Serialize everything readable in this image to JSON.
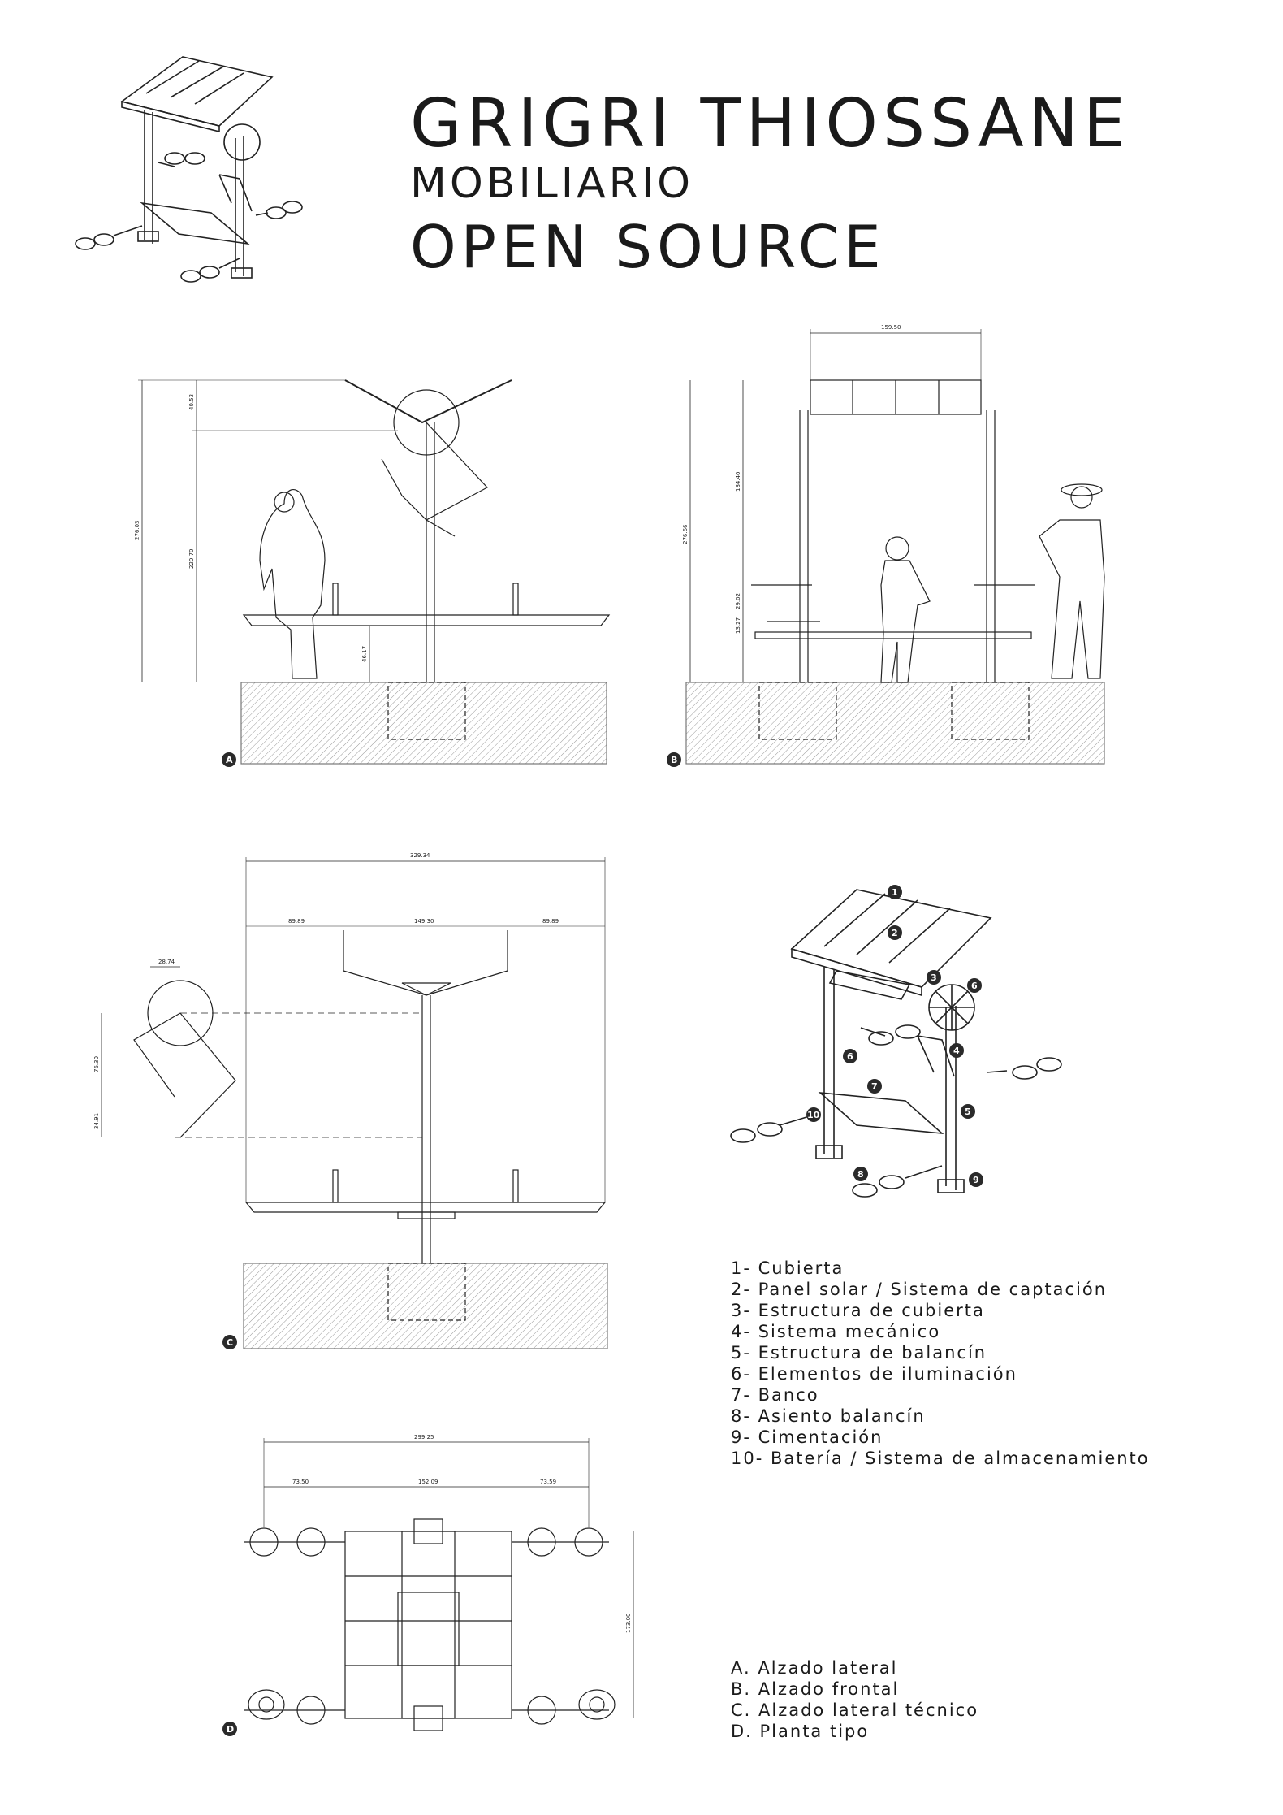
{
  "title": {
    "line1": "GRIGRI THIOSSANE",
    "line2": "MOBILIARIO",
    "line3": "OPEN SOURCE"
  },
  "parts_legend": [
    "1- Cubierta",
    "2- Panel solar / Sistema de captación",
    "3- Estructura de cubierta",
    "4- Sistema mecánico",
    "5- Estructura de balancín",
    "6- Elementos de iluminación",
    "7- Banco",
    "8- Asiento balancín",
    "9- Cimentación",
    "10- Batería / Sistema de almacenamiento"
  ],
  "views_legend": [
    "A. Alzado lateral",
    "B. Alzado frontal",
    "C. Alzado lateral técnico",
    "D. Planta tipo"
  ],
  "view_markers": {
    "a": "A",
    "b": "B",
    "c": "C",
    "d": "D"
  },
  "dimensions": {
    "a_top": "40.53",
    "a_total": "276.03",
    "a_mid": "220.70",
    "a_seat": "46.17",
    "b_width": "159.50",
    "b_total": "276.66",
    "b_upper": "184.40",
    "b_mid": "29.02",
    "b_low": "13.27",
    "c_total": "329.34",
    "c_left": "89.89",
    "c_mid": "149.30",
    "c_right": "89.89",
    "c_wheel": "28.74",
    "c_arm1": "76.30",
    "c_arm2": "34.91",
    "d_total": "299.25",
    "d_left": "73.50",
    "d_mid": "152.09",
    "d_right": "73.59",
    "d_depth": "173.00"
  },
  "part_markers": [
    "1",
    "2",
    "3",
    "4",
    "5",
    "6",
    "6",
    "7",
    "8",
    "9",
    "10"
  ],
  "colors": {
    "ink": "#1a1a1a",
    "hatch": "#999999",
    "marker": "#2a2a2a"
  }
}
